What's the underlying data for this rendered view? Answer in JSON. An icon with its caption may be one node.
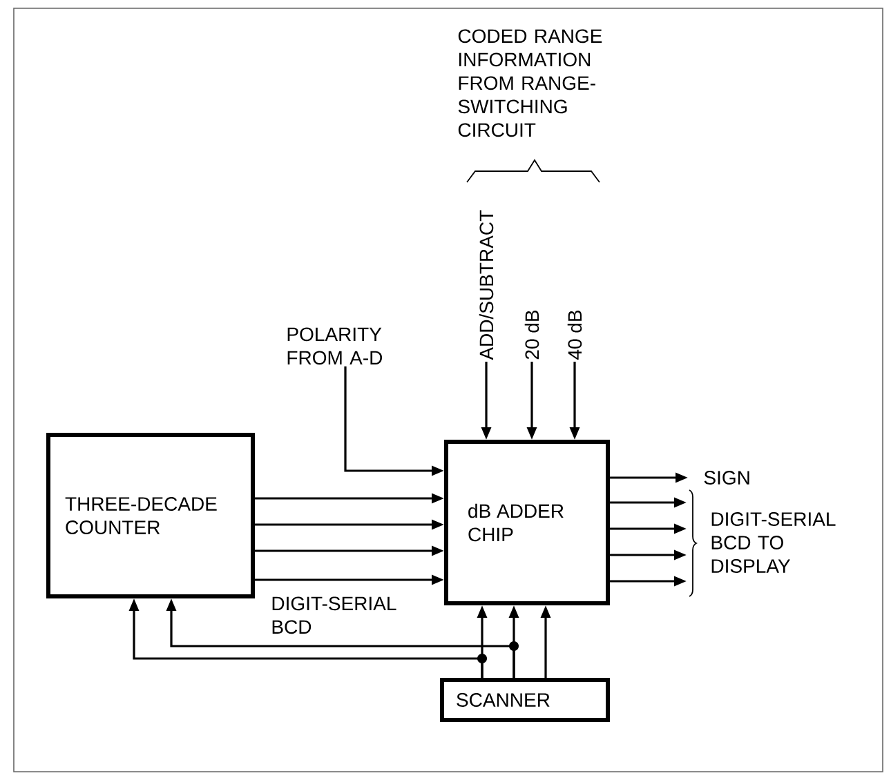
{
  "diagram": {
    "nodes": [
      {
        "text": [
          "THREE-DECADE COUNTER"
        ]
      },
      {
        "text": [
          "dB ADDER CHIP"
        ]
      },
      {
        "text": [
          "SCANNER"
        ]
      },
      {
        "text": [
          "POLARITY FROM A-D"
        ]
      },
      {
        "text": [
          "ADD/SUBTRACT"
        ]
      },
      {
        "text": [
          "20 dB"
        ]
      },
      {
        "text": [
          "40 dB"
        ]
      },
      {
        "text": [
          "SIGN"
        ]
      },
      {
        "text": [
          "DIGIT-SERIAL BCD TO DISPLAY"
        ]
      }
    ],
    "edges": [
      {
        "from": 0,
        "to": 1,
        "arrow": "to"
      },
      {
        "from": 0,
        "to": 1,
        "arrow": "to"
      },
      {
        "from": 0,
        "to": 1,
        "arrow": "to"
      },
      {
        "from": 0,
        "to": 1,
        "arrow": "to"
      },
      {
        "from": 3,
        "to": 1,
        "arrow": "to"
      },
      {
        "from": 4,
        "to": 1,
        "arrow": "to"
      },
      {
        "from": 5,
        "to": 1,
        "arrow": "to"
      },
      {
        "from": 6,
        "to": 1,
        "arrow": "to"
      },
      {
        "from": 1,
        "to": 7,
        "arrow": "to"
      },
      {
        "from": 1,
        "to": 8,
        "arrow": "to"
      },
      {
        "from": 1,
        "to": 8,
        "arrow": "to"
      },
      {
        "from": 1,
        "to": 8,
        "arrow": "to"
      },
      {
        "from": 1,
        "to": 8,
        "arrow": "to"
      },
      {
        "from": 2,
        "to": 1,
        "arrow": "to"
      },
      {
        "from": 2,
        "to": 1,
        "arrow": "to"
      },
      {
        "from": 2,
        "to": 1,
        "arrow": "to"
      },
      {
        "from": 2,
        "to": 0,
        "arrow": "to"
      },
      {
        "from": 2,
        "to": 0,
        "arrow": "to"
      }
    ],
    "labels": [
      "CODED RANGE INFORMATION FROM RANGE-SWITCHING CIRCUIT",
      "DIGIT-SERIAL BCD"
    ]
  }
}
